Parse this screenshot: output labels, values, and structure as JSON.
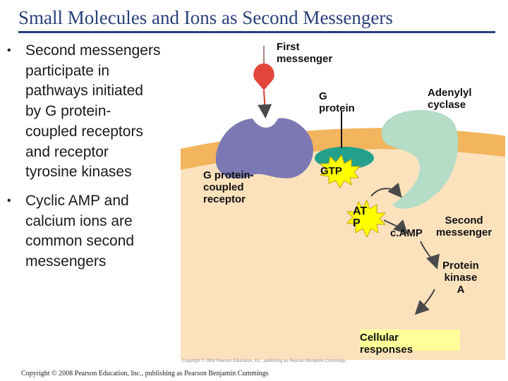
{
  "title": "Small Molecules and Ions as Second Messengers",
  "bullets": [
    {
      "text": "Second messengers\nparticipate in\npathways initiated\nby G protein-\ncoupled receptors\nand receptor\ntyrosine kinases"
    },
    {
      "text": "Cyclic AMP and\ncalcium ions are\ncommon second\nmessengers"
    }
  ],
  "bullet_symbol": "•",
  "figure": {
    "labels": {
      "first_messenger": "First\nmessenger",
      "g_protein": "G\nprotein",
      "adenylyl_cyclase": "Adenylyl\ncyclase",
      "gpcr": "G protein-\ncoupled\nreceptor",
      "gtp": "GTP",
      "atp": "AT\nP",
      "camp": "c.AMP",
      "second_messenger": "Second\nmessenger",
      "protein_kinase_a": "Protein\nkinase\nA",
      "cellular_responses": "Cellular\nresponses"
    },
    "credit": "Copyright © 2008 Pearson Education, Inc., publishing as Pearson Benjamin Cummings."
  },
  "footer": {
    "copyright": "Copyright © 2008 Pearson Education, Inc., publishing as Pearson Benjamin Cummings"
  },
  "colors": {
    "title": "#2a3f7a",
    "cytoplasm": "#fbe2bd",
    "extracellular": "#ffffff",
    "membrane": "#f2b45c",
    "receptor": "#7b78b3",
    "messenger": "#e2453a",
    "g_protein": "#22a08c",
    "adenylyl_cyclase": "#b4dcc6",
    "highlight": "#ffff00",
    "label_box": "#ffff99"
  }
}
